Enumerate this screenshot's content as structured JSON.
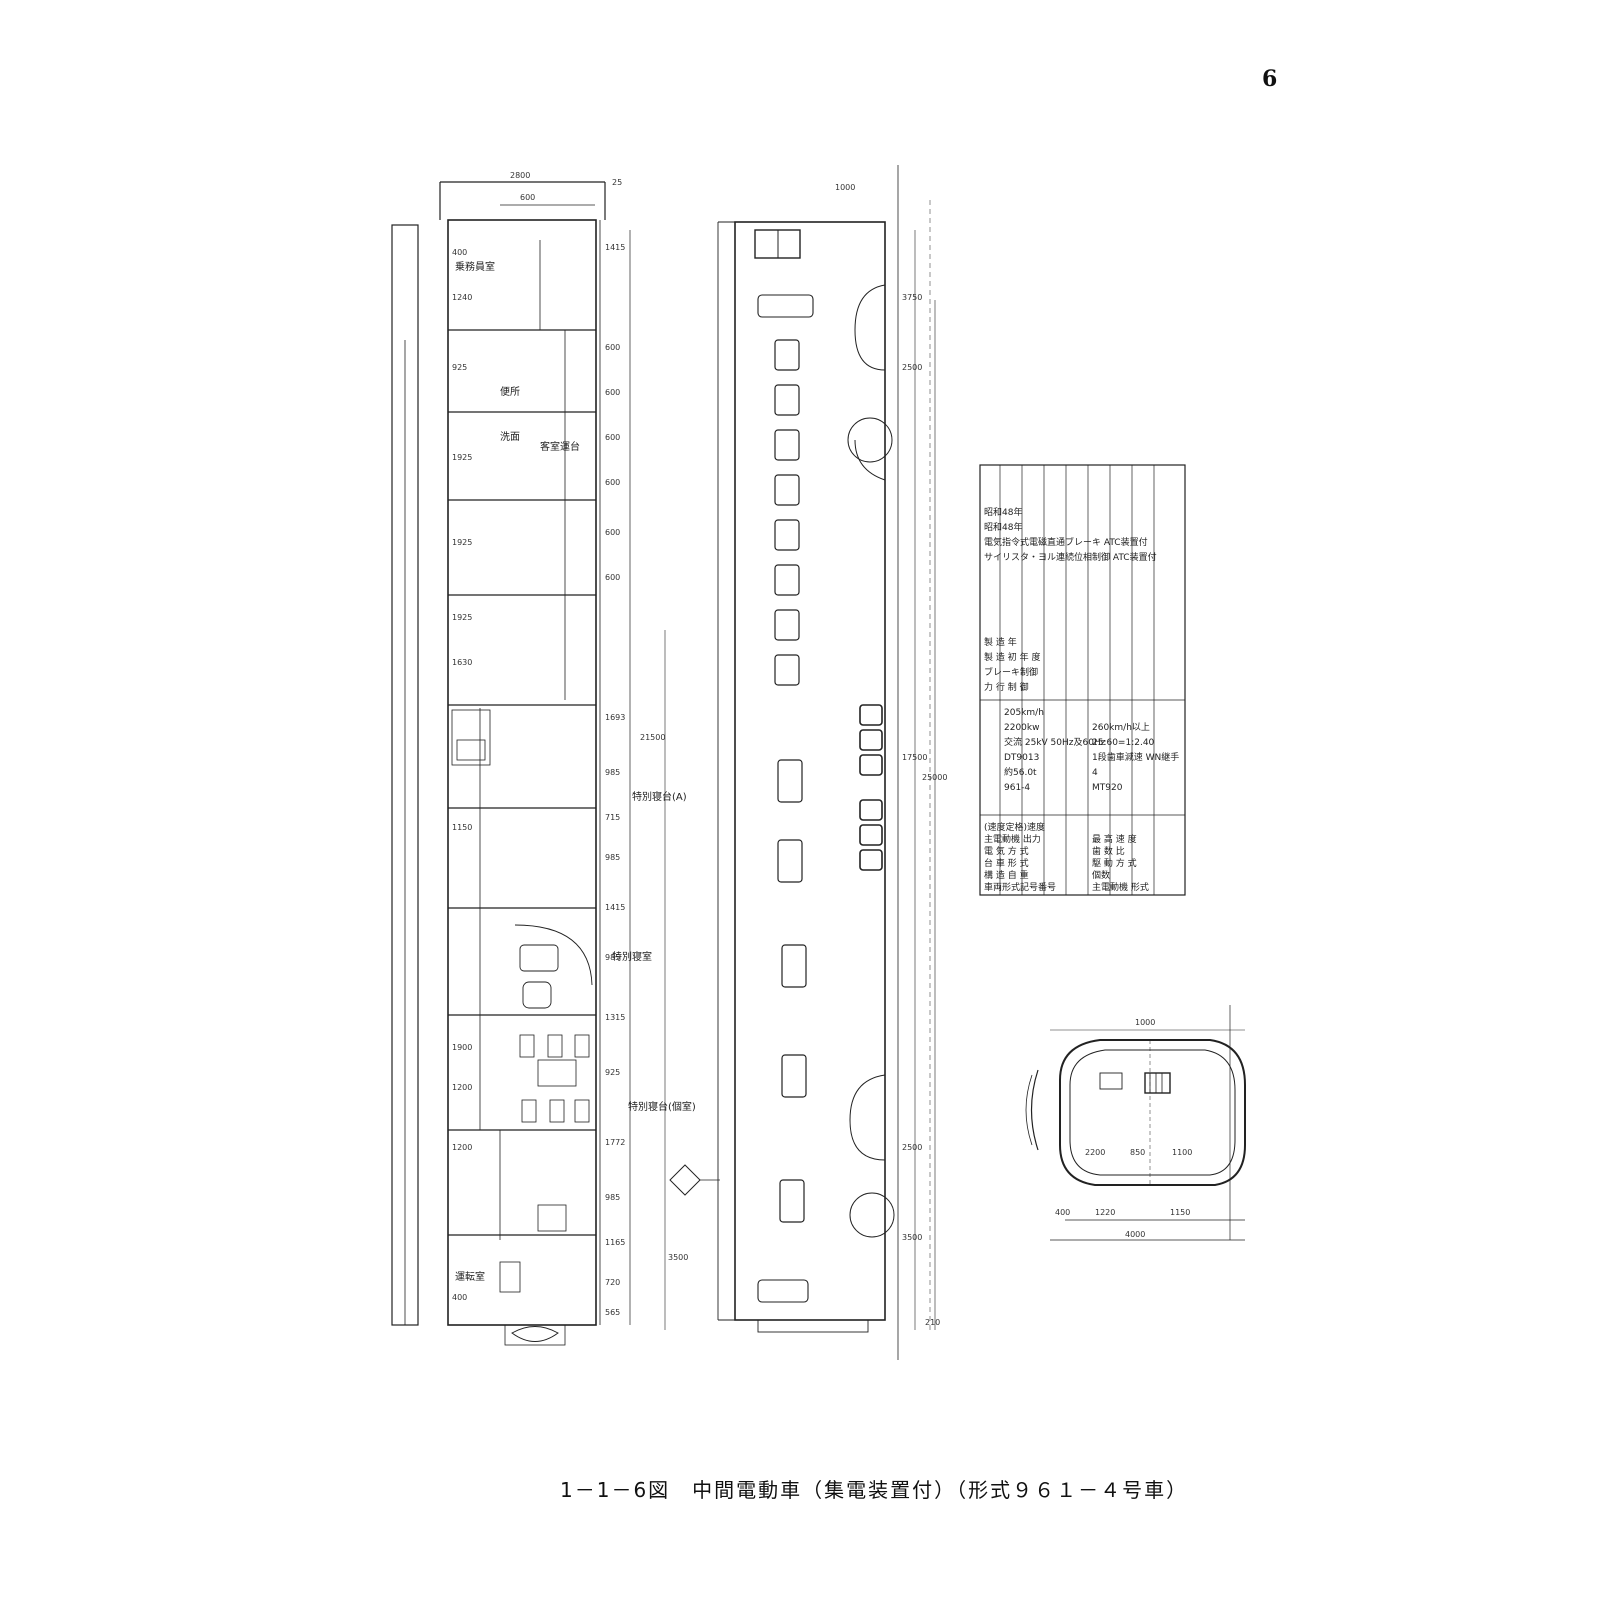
{
  "page_number": "6",
  "caption": "1－1－6図　中間電動車（集電装置付）（形式９６１－４号車）",
  "plan_dimensions": {
    "top_width": "2800",
    "top_inner": "600",
    "top_margin": "25",
    "left_vertical": [
      "400",
      "1240",
      "925",
      "1925",
      "1925",
      "1925",
      "1630",
      "1150",
      "1900",
      "1200",
      "1200",
      "400"
    ],
    "right_vertical": [
      "1415",
      "600",
      "600",
      "600",
      "600",
      "600",
      "600",
      "1693",
      "985",
      "715",
      "985",
      "1415",
      "985",
      "1315",
      "925",
      "1772",
      "985",
      "1165",
      "720",
      "565"
    ],
    "overall_length": "21500",
    "end_length": "3500"
  },
  "plan_labels": [
    "客室運台",
    "特別寝台(A)",
    "特別寝室",
    "特別寝台(個室)",
    "便所",
    "洗面",
    "乗務員室",
    "運転室"
  ],
  "side_dimensions": {
    "top": "1000",
    "segment_a": "3750",
    "segment_b": "2500",
    "body_length": "17500",
    "overall": "25000",
    "segment_c": "2500",
    "segment_d": "3500",
    "bottom": "210"
  },
  "spec_table": {
    "rows": [
      {
        "label": "車両形式記号番号",
        "value": "961-4"
      },
      {
        "label": "構 造 自 重",
        "value": "約56.0t"
      },
      {
        "label": "台 車 形 式",
        "value": "DT9013"
      },
      {
        "label": "電 気 方 式",
        "value": "交流 25kV 50Hz及60Hz"
      },
      {
        "label": "主電動機 出力",
        "value": "2200kw"
      },
      {
        "label": "(速度定格)速度",
        "value": "205km/h"
      },
      {
        "label": "主電動機 形式",
        "value": "MT920"
      },
      {
        "label": "個数",
        "value": "4"
      },
      {
        "label": "駆 動 方 式",
        "value": "1段歯車減速 WN継手"
      },
      {
        "label": "歯 数 比",
        "value": "25:60=1:2.40"
      },
      {
        "label": "最 高 速 度",
        "value": "260km/h以上"
      }
    ],
    "control_rows": [
      {
        "label": "力 行 制 御",
        "value": "サイリスタ・ヨル連続位相制御 ATC装置付"
      },
      {
        "label": "ブレーキ制御",
        "value": "電気指令式電磁直通ブレーキ ATC装置付"
      },
      {
        "label": "製 造 初 年 度",
        "value": "昭和48年"
      },
      {
        "label": "製 造 年",
        "value": "昭和48年"
      }
    ]
  },
  "section_dimensions": {
    "top": "1000",
    "mid_a": "2200",
    "mid_b": "850",
    "mid_c": "1100",
    "bottom_a": "1220",
    "bottom_b": "1150",
    "overall": "4000",
    "side": "400"
  }
}
